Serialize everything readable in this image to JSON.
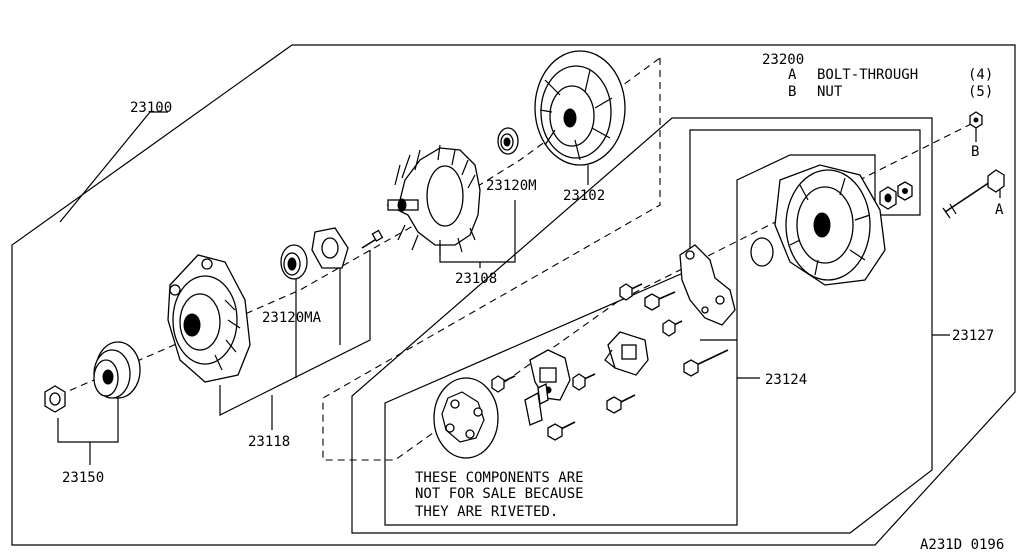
{
  "labels": {
    "assembly": "23100",
    "pulley": "23150",
    "front_cover": "23118",
    "front_bearing": "23120MA",
    "rotor": "23108",
    "rear_bearing": "23120M",
    "stator": "23102",
    "bolt_set": "23200",
    "rear_cover": "23127",
    "regulator_set": "23124"
  },
  "legend": {
    "a_key": "A",
    "a_text": "BOLT-THROUGH",
    "a_qty": "(4)",
    "b_key": "B",
    "b_text": "NUT",
    "b_qty": "(5)"
  },
  "callouts": {
    "a": "A",
    "b": "B"
  },
  "note": {
    "line1": "THESE COMPONENTS ARE",
    "line2": "NOT FOR SALE BECAUSE",
    "line3": "THEY ARE RIVETED."
  },
  "diagram_code": "A231D 0196"
}
